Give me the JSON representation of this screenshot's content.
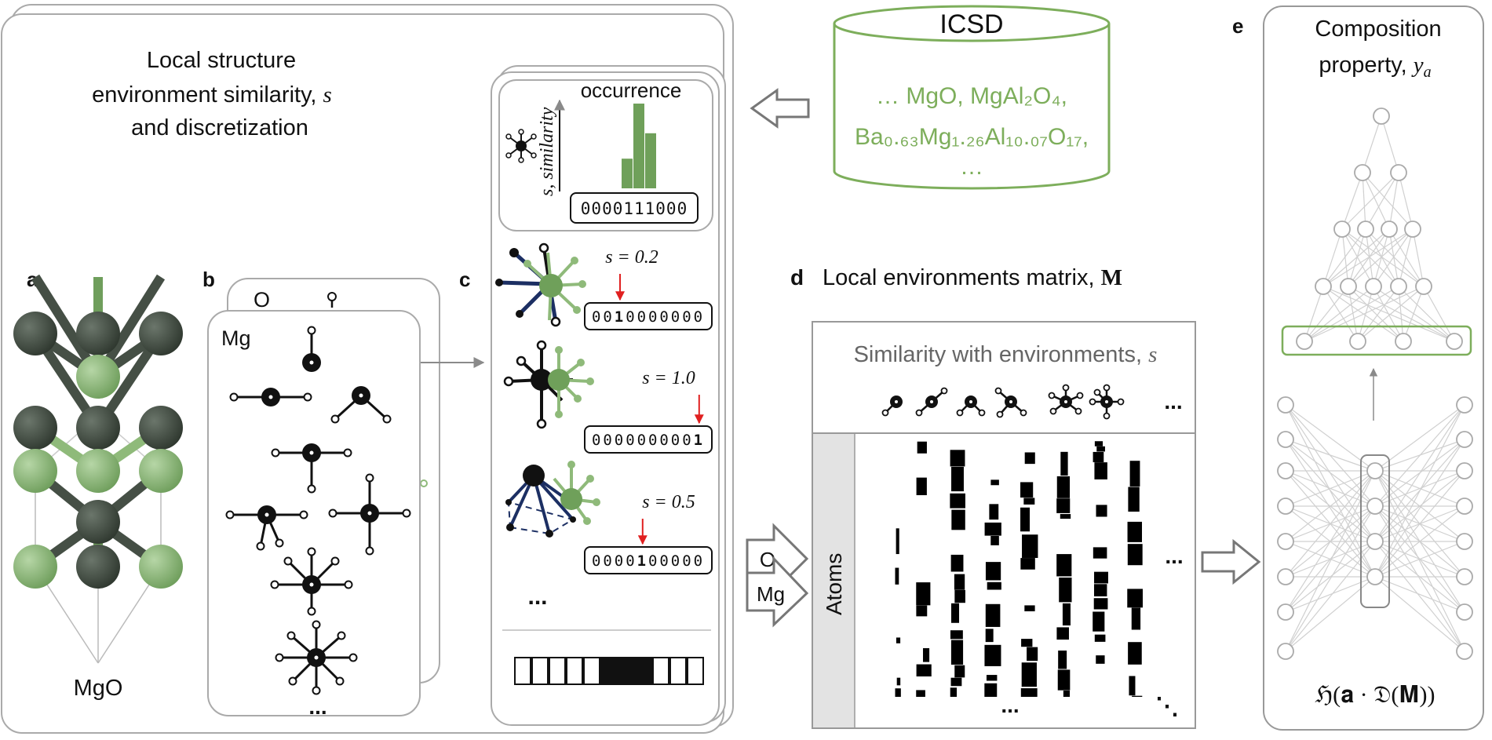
{
  "panel_a": {
    "label": "a",
    "compound": "MgO"
  },
  "panel_b": {
    "label": "b",
    "element_back": "O",
    "element_front": "Mg",
    "ellipsis": "..."
  },
  "panel_c": {
    "label": "c",
    "occurrence_label": "occurrence",
    "yaxis_label": "s, similarity",
    "occurrence_code": "0000111000",
    "occurrence_bars": [
      0.35,
      1.0,
      0.65
    ],
    "entries": [
      {
        "s_label": "s = 0.2",
        "code": "0010000000",
        "highlight_index": 2
      },
      {
        "s_label": "s = 1.0",
        "code": "0000000001",
        "highlight_index": 9
      },
      {
        "s_label": "s = 0.5",
        "code": "0000100000",
        "highlight_index": 4
      }
    ],
    "ellipsis": "...",
    "bottom_code_filled": [
      0,
      0,
      0,
      0,
      0,
      1,
      1,
      1,
      0,
      0,
      0
    ]
  },
  "left_panel_title": {
    "line1": "Local structure",
    "line2_prefix": "environment similarity,",
    "line2_symbol": "s",
    "line3": "and discretization"
  },
  "icsd": {
    "title": "ICSD",
    "line1": "… MgO, MgAl₂O₄,",
    "line2": "Ba₀.₆₃Mg₁.₂₆Al₁₀.₀₇O₁₇,",
    "line3": "…",
    "color": "#7dae5b"
  },
  "panel_d": {
    "label": "d",
    "title_prefix": "Local environments matrix,",
    "title_symbol": "M",
    "header_prefix": "Similarity with environments,",
    "header_symbol": "s",
    "atoms_label": "Atoms",
    "arrow_O": "O",
    "arrow_Mg": "Mg",
    "ellipsis_h": "...",
    "ellipsis_bottom": "...",
    "ellipsis_diag": "⋱"
  },
  "panel_e": {
    "label": "e",
    "title_line1": "Composition",
    "title_line2_prefix": "property,",
    "title_line2_symbol": "y",
    "title_line2_sub": "a",
    "formula": "ℌ(𝐚 · 𝔇(𝐌))"
  },
  "colors": {
    "green": "#7dae5b",
    "dark_atom": "#454f45",
    "light_atom": "#8fba7a",
    "red": "#e02020",
    "navy": "#1c2f63"
  }
}
